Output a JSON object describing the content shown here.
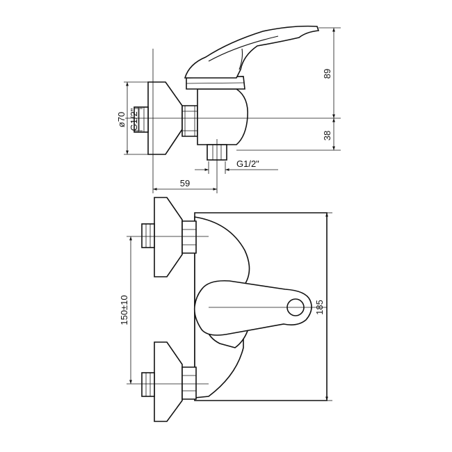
{
  "dimensions": {
    "height_top": "89",
    "height_bottom": "38",
    "depth": "59",
    "outlet_thread": "G1/2\"",
    "flange_diameter": "ø70",
    "inlet_thread": "G1/2\"",
    "inlet_spacing": "150±10",
    "overall_width": "185"
  }
}
